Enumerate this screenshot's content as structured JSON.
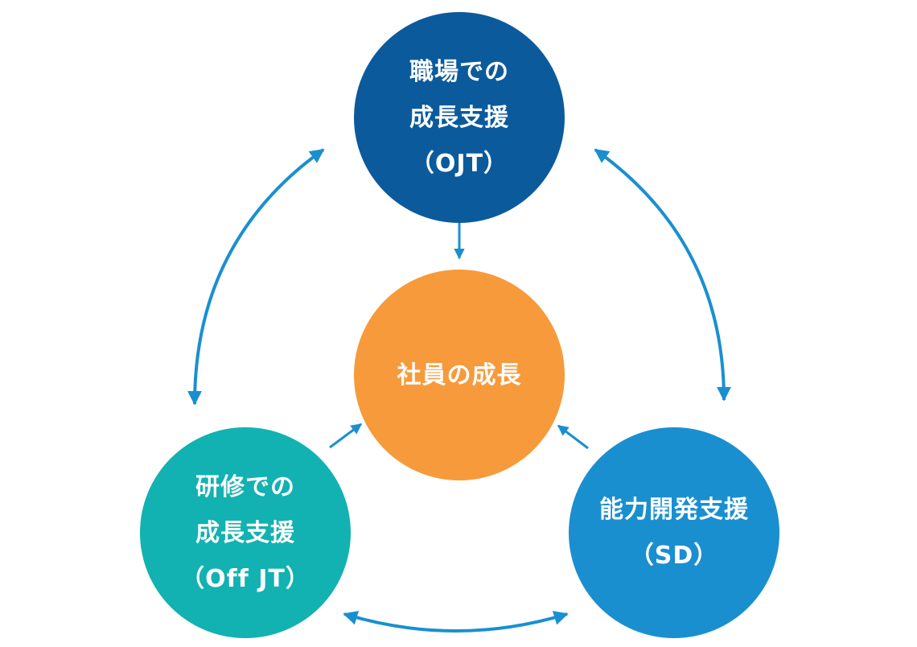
{
  "colors": {
    "ojt": "#0b5a9c",
    "center": "#f79a3b",
    "off_jt": "#12b1b2",
    "sd": "#1a8fd0",
    "arrow": "#1a8fd0"
  },
  "nodes": {
    "ojt": {
      "lines": [
        "職場での",
        "成長支援",
        "（OJT）"
      ]
    },
    "center": {
      "lines": [
        "社員の成長"
      ]
    },
    "off_jt": {
      "lines": [
        "研修での",
        "成長支援",
        "（Off JT）"
      ]
    },
    "sd": {
      "lines": [
        "能力開発支援",
        "（SD）"
      ]
    }
  }
}
